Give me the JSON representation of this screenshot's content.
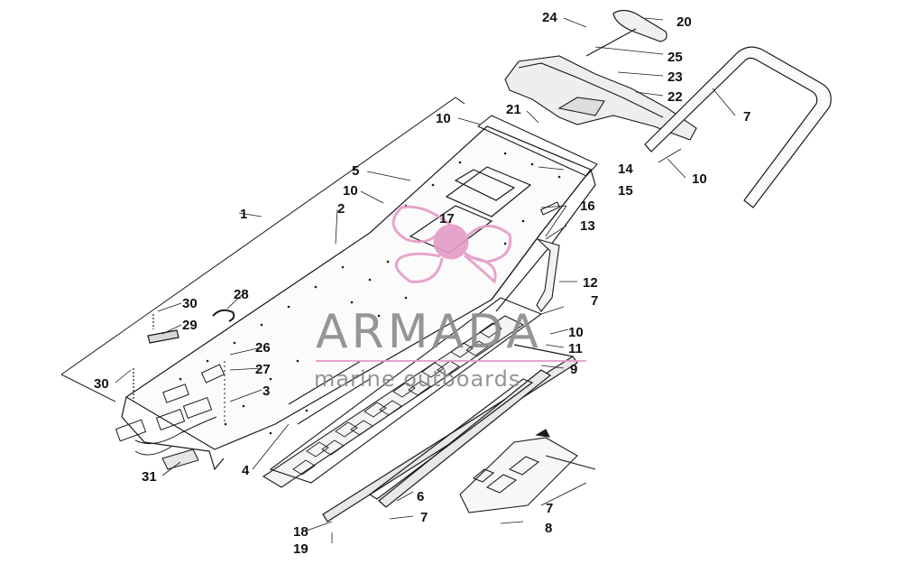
{
  "colors": {
    "line": "#1a1a1a",
    "watermark_gray": "#8a8a8a",
    "watermark_pink": "#e49bc6"
  },
  "watermark": {
    "title": "ARMADA",
    "subtitle": "marine outboards"
  },
  "callouts": {
    "c1": "1",
    "c2": "2",
    "c3": "3",
    "c4": "4",
    "c5": "5",
    "c6": "6",
    "c7a": "7",
    "c7b": "7",
    "c7c": "7",
    "c7d": "7",
    "c8": "8",
    "c9": "9",
    "c10a": "10",
    "c10b": "10",
    "c10c": "10",
    "c10d": "10",
    "c11": "11",
    "c12": "12",
    "c13": "13",
    "c14": "14",
    "c15": "15",
    "c16": "16",
    "c17": "17",
    "c18": "18",
    "c19": "19",
    "c20": "20",
    "c21": "21",
    "c22": "22",
    "c23": "23",
    "c24": "24",
    "c25": "25",
    "c26": "26",
    "c27": "27",
    "c28": "28",
    "c29": "29",
    "c30a": "30",
    "c30b": "30",
    "c31": "31"
  }
}
